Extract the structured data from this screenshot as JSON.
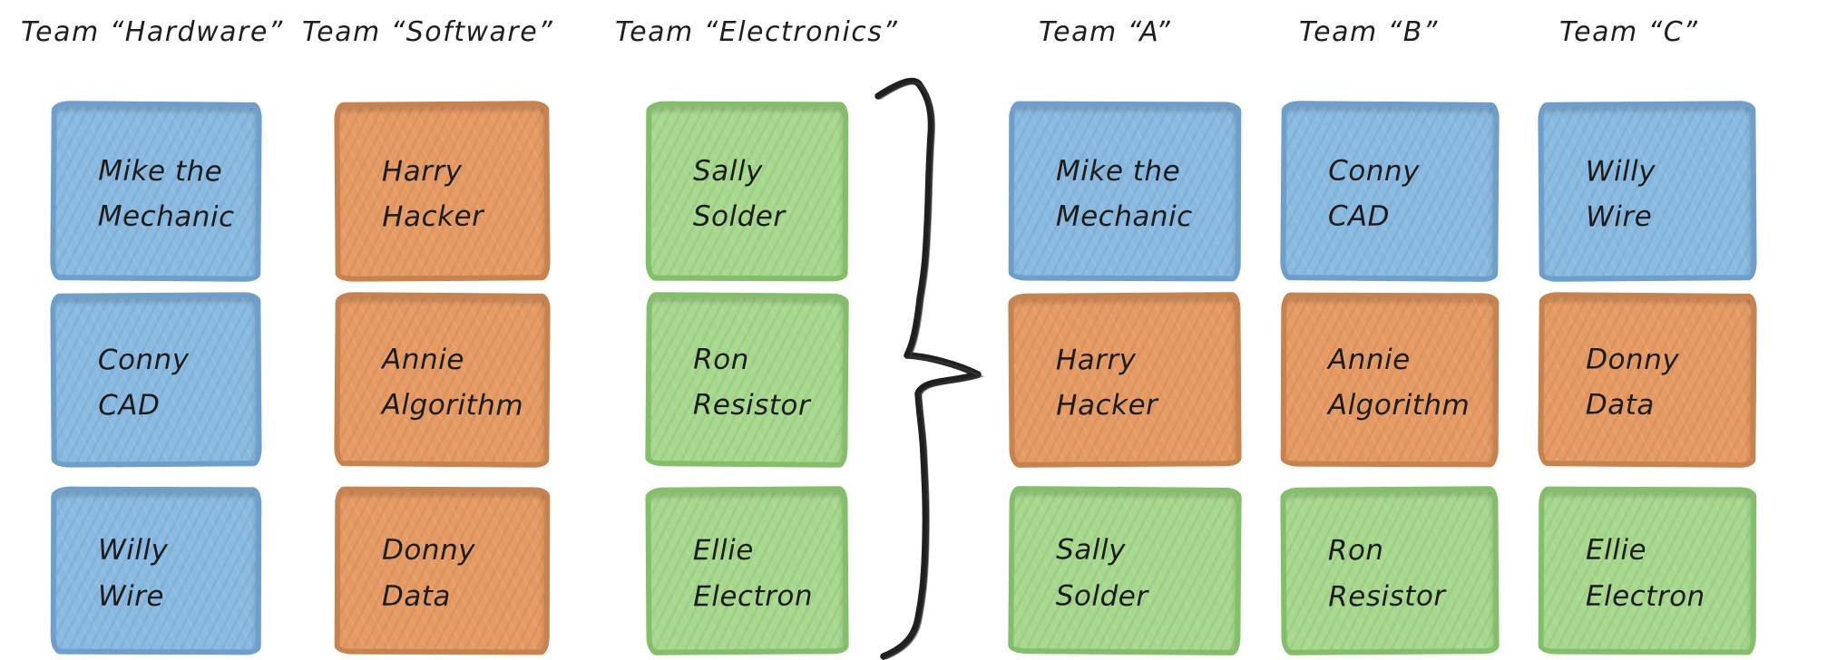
{
  "colors": {
    "note_blue_fill": "#8ABAE1",
    "note_blue_edge": "#6E9EC9",
    "note_orange_fill": "#E79B64",
    "note_orange_edge": "#C6824F",
    "note_green_fill": "#A8D98F",
    "note_green_edge": "#84BE6B",
    "ink": "#1c1c1c"
  },
  "icons": {
    "brace": "curly-brace-icon"
  },
  "before": {
    "columns": [
      {
        "header": "Team “Hardware”",
        "notes": [
          {
            "person": "Mike the Mechanic",
            "color": "blue",
            "line1": "Mike the",
            "line2": "Mechanic"
          },
          {
            "person": "Conny CAD",
            "color": "blue",
            "line1": "Conny",
            "line2": "CAD"
          },
          {
            "person": "Willy Wire",
            "color": "blue",
            "line1": "Willy",
            "line2": "Wire"
          }
        ]
      },
      {
        "header": "Team “Software”",
        "notes": [
          {
            "person": "Harry Hacker",
            "color": "orange",
            "line1": "Harry",
            "line2": "Hacker"
          },
          {
            "person": "Annie Algorithm",
            "color": "orange",
            "line1": "Annie",
            "line2": "Algorithm"
          },
          {
            "person": "Donny Data",
            "color": "orange",
            "line1": "Donny",
            "line2": "Data"
          }
        ]
      },
      {
        "header": "Team “Electronics”",
        "notes": [
          {
            "person": "Sally Solder",
            "color": "green",
            "line1": "Sally",
            "line2": "Solder"
          },
          {
            "person": "Ron Resistor",
            "color": "green",
            "line1": "Ron",
            "line2": "Resistor"
          },
          {
            "person": "Ellie Electron",
            "color": "green",
            "line1": "Ellie",
            "line2": "Electron"
          }
        ]
      }
    ]
  },
  "after": {
    "columns": [
      {
        "header": "Team “A”",
        "notes": [
          {
            "person": "Mike the Mechanic",
            "color": "blue",
            "line1": "Mike the",
            "line2": "Mechanic"
          },
          {
            "person": "Harry Hacker",
            "color": "orange",
            "line1": "Harry",
            "line2": "Hacker"
          },
          {
            "person": "Sally Solder",
            "color": "green",
            "line1": "Sally",
            "line2": "Solder"
          }
        ]
      },
      {
        "header": "Team “B”",
        "notes": [
          {
            "person": "Conny CAD",
            "color": "blue",
            "line1": "Conny",
            "line2": "CAD"
          },
          {
            "person": "Annie Algorithm",
            "color": "orange",
            "line1": "Annie",
            "line2": "Algorithm"
          },
          {
            "person": "Ron Resistor",
            "color": "green",
            "line1": "Ron",
            "line2": "Resistor"
          }
        ]
      },
      {
        "header": "Team “C”",
        "notes": [
          {
            "person": "Willy Wire",
            "color": "blue",
            "line1": "Willy",
            "line2": "Wire"
          },
          {
            "person": "Donny Data",
            "color": "orange",
            "line1": "Donny",
            "line2": "Data"
          },
          {
            "person": "Ellie Electron",
            "color": "green",
            "line1": "Ellie",
            "line2": "Electron"
          }
        ]
      }
    ]
  }
}
